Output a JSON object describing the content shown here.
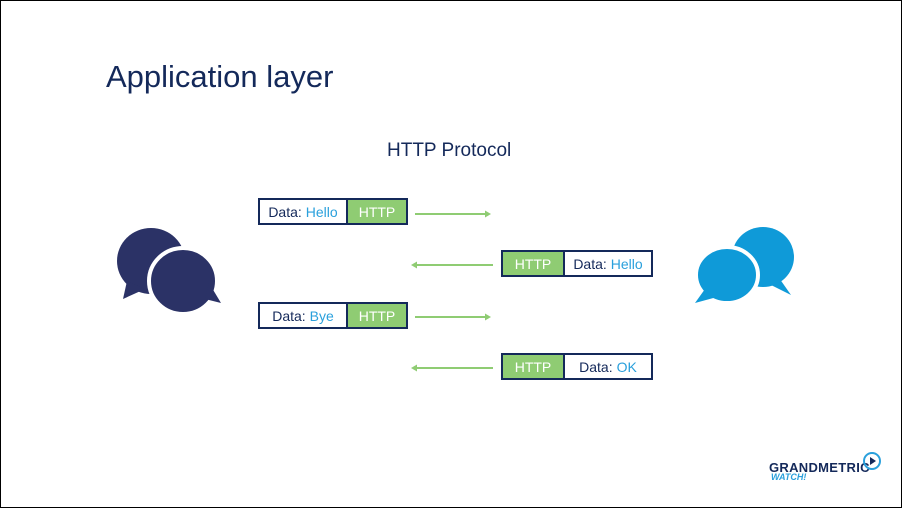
{
  "slide": {
    "title": "Application layer",
    "subtitle": "HTTP Protocol"
  },
  "packets": [
    {
      "data_label": "Data:",
      "data_value": "Hello",
      "protocol": "HTTP",
      "direction": "to-right"
    },
    {
      "data_label": "Data:",
      "data_value": "Hello",
      "protocol": "HTTP",
      "direction": "to-left"
    },
    {
      "data_label": "Data:",
      "data_value": "Bye",
      "protocol": "HTTP",
      "direction": "to-right"
    },
    {
      "data_label": "Data:",
      "data_value": "OK",
      "protocol": "HTTP",
      "direction": "to-left"
    }
  ],
  "logo": {
    "name": "GRANDMETRIC",
    "sub": "WATCH!"
  },
  "colors": {
    "navy": "#14295a",
    "light_blue": "#2aa0dc",
    "http_green": "#8fcc73",
    "arrow_green": "#8fcc73",
    "left_bubbles": "#2b3266",
    "right_bubbles": "#0f9ad8"
  },
  "icons": {
    "left": "chat-bubbles-icon",
    "right": "chat-bubbles-icon",
    "logo": "play-circle-icon"
  }
}
